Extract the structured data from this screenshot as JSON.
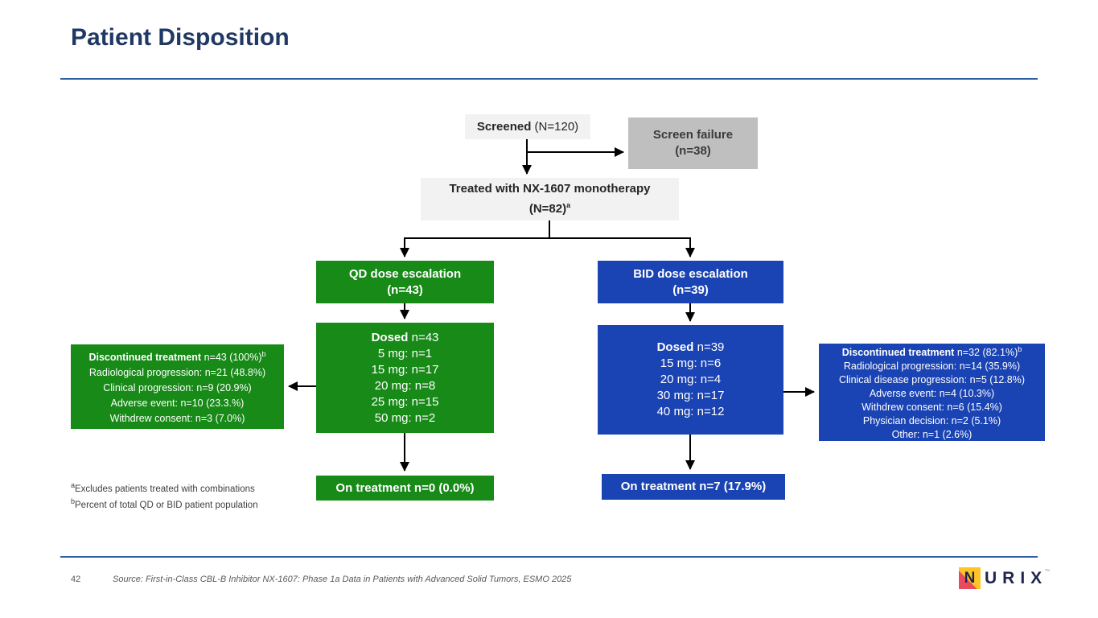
{
  "slide": {
    "title": "Patient Disposition",
    "page_number": "42",
    "source": "Source: First-in-Class CBL-B Inhibitor NX-1607: Phase 1a Data in Patients with Advanced Solid Tumors, ESMO 2025",
    "footnotes": [
      {
        "sup": "a",
        "text": "Excludes patients treated with combinations"
      },
      {
        "sup": "b",
        "text": "Percent of total QD or BID patient population"
      }
    ]
  },
  "colors": {
    "title_navy": "#1F3864",
    "rule_blue": "#2E5EA4",
    "green": "#178A17",
    "blue": "#1A43B3",
    "light_gray": "#F2F2F2",
    "gray": "#BFBFBF",
    "logo_yellow": "#FFC425",
    "logo_red": "#E94B5E",
    "logo_navy": "#21254E"
  },
  "flowchart": {
    "screened": {
      "bold": "Screened",
      "rest": " (N=120)"
    },
    "screen_failure": {
      "line1": "Screen failure",
      "line2": "(n=38)"
    },
    "treated": {
      "line1": "Treated with NX-1607 monotherapy",
      "line2": "(N=82)",
      "sup": "a"
    },
    "qd": {
      "escalation_line1": "QD dose escalation",
      "escalation_line2": "(n=43)",
      "dosed_bold": "Dosed",
      "dosed_rest": " n=43",
      "doses": [
        "5 mg: n=1",
        "15 mg: n=17",
        "20 mg: n=8",
        "25 mg: n=15",
        "50 mg: n=2"
      ],
      "discontinued_bold": "Discontinued treatment",
      "discontinued_rest": " n=43 (100%)",
      "discontinued_sup": "b",
      "discontinued_items": [
        "Radiological progression: n=21 (48.8%)",
        "Clinical progression: n=9 (20.9%)",
        "Adverse event: n=10 (23.3.%)",
        "Withdrew consent: n=3 (7.0%)"
      ],
      "on_treatment": "On treatment n=0 (0.0%)"
    },
    "bid": {
      "escalation_line1": "BID dose escalation",
      "escalation_line2": "(n=39)",
      "dosed_bold": "Dosed",
      "dosed_rest": " n=39",
      "doses": [
        "15 mg: n=6",
        "20 mg: n=4",
        "30 mg: n=17",
        "40 mg: n=12"
      ],
      "discontinued_bold": "Discontinued treatment",
      "discontinued_rest": " n=32 (82.1%)",
      "discontinued_sup": "b",
      "discontinued_items": [
        "Radiological progression: n=14 (35.9%)",
        "Clinical disease progression: n=5 (12.8%)",
        "Adverse event: n=4 (10.3%)",
        "Withdrew consent: n=6 (15.4%)",
        "Physician decision: n=2 (5.1%)",
        "Other: n=1 (2.6%)"
      ],
      "on_treatment": "On treatment n=7 (17.9%)"
    }
  },
  "logo": {
    "mark_letter": "N",
    "wordmark": "URIX",
    "trademark": "™"
  }
}
